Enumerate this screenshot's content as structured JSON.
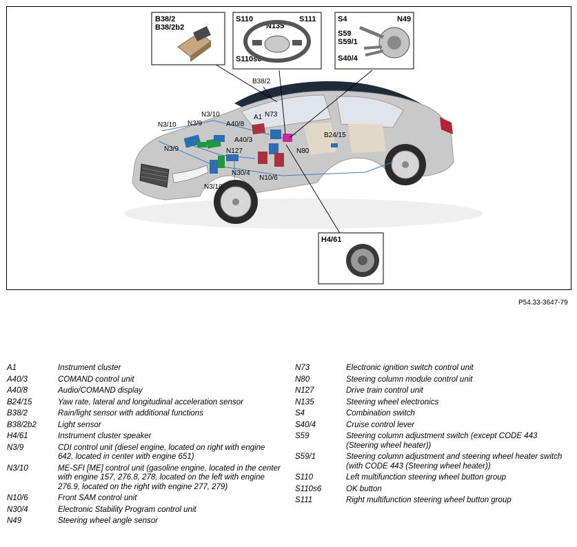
{
  "figure_ref": "P54.33-3647-79",
  "callouts": {
    "b38_2_inset": "B38/2",
    "b38_2b2_inset": "B38/2b2",
    "s110_inset": "S110",
    "s111_inset": "S111",
    "n135_inset": "N135",
    "s110s6_inset": "S110s6",
    "s4_inset": "S4",
    "n49_inset": "N49",
    "s59_inset": "S59",
    "s59_1_inset": "S59/1",
    "s40_4_inset": "S40/4",
    "h4_61_inset": "H4/61",
    "b38_2": "B38/2",
    "n3_10_top": "N3/10",
    "n3_10_left": "N3/10",
    "n3_9_top": "N3/9",
    "n3_9_left": "N3/9",
    "a40_8": "A40/8",
    "a1": "A1",
    "n73": "N73",
    "a40_3": "A40/3",
    "n127": "N127",
    "n30_4": "N30/4",
    "n3_10_bottom": "N3/10",
    "n10_6": "N10/6",
    "b24_15": "B24/15",
    "n80": "N80"
  },
  "legend_left": [
    {
      "code": "A1",
      "desc": "Instrument cluster"
    },
    {
      "code": "A40/3",
      "desc": "COMAND control unit"
    },
    {
      "code": "A40/8",
      "desc": "Audio/COMAND display"
    },
    {
      "code": "B24/15",
      "desc": "Yaw rate, lateral and longitudinal acceleration sensor"
    },
    {
      "code": "B38/2",
      "desc": "Rain/light sensor with additional functions"
    },
    {
      "code": "B38/2b2",
      "desc": "Light sensor"
    },
    {
      "code": "H4/61",
      "desc": "Instrument cluster speaker"
    },
    {
      "code": "N3/9",
      "desc": "CDI control unit (diesel engine, located on right with engine 642, located in center with engine 651)"
    },
    {
      "code": "N3/10",
      "desc": "ME-SFI [ME] control unit (gasoline engine, located in the center with engine 157, 276.8, 278, located on the left with engine 276.9, located on the right with engine 277, 279)"
    },
    {
      "code": "N10/6",
      "desc": "Front SAM control unit"
    },
    {
      "code": "N30/4",
      "desc": "Electronic Stability Program control unit"
    },
    {
      "code": "N49",
      "desc": "Steering wheel angle sensor"
    }
  ],
  "legend_right": [
    {
      "code": "N73",
      "desc": "Electronic ignition switch control unit"
    },
    {
      "code": "N80",
      "desc": "Steering column module control unit"
    },
    {
      "code": "N127",
      "desc": "Drive train control unit"
    },
    {
      "code": "N135",
      "desc": "Steering wheel electronics"
    },
    {
      "code": "S4",
      "desc": "Combination switch"
    },
    {
      "code": "S40/4",
      "desc": "Cruise control lever"
    },
    {
      "code": "S59",
      "desc": "Steering column adjustment switch (except CODE 443 (Steering wheel heater))"
    },
    {
      "code": "S59/1",
      "desc": "Steering column adjustment and steering wheel heater switch (with CODE 443 (Steering wheel heater))"
    },
    {
      "code": "S110",
      "desc": "Left multifunction steering wheel button group"
    },
    {
      "code": "S110s6",
      "desc": "OK button"
    },
    {
      "code": "S111",
      "desc": "Right multifunction steering wheel button group"
    }
  ],
  "colors": {
    "car_body": "#c9c9c9",
    "roof": "#1f2a3a",
    "module_blue": "#2b6fb0",
    "module_green": "#1e9a3a",
    "module_red": "#a8323e",
    "module_magenta": "#c82aa0",
    "harness": "#3b7dc4"
  }
}
